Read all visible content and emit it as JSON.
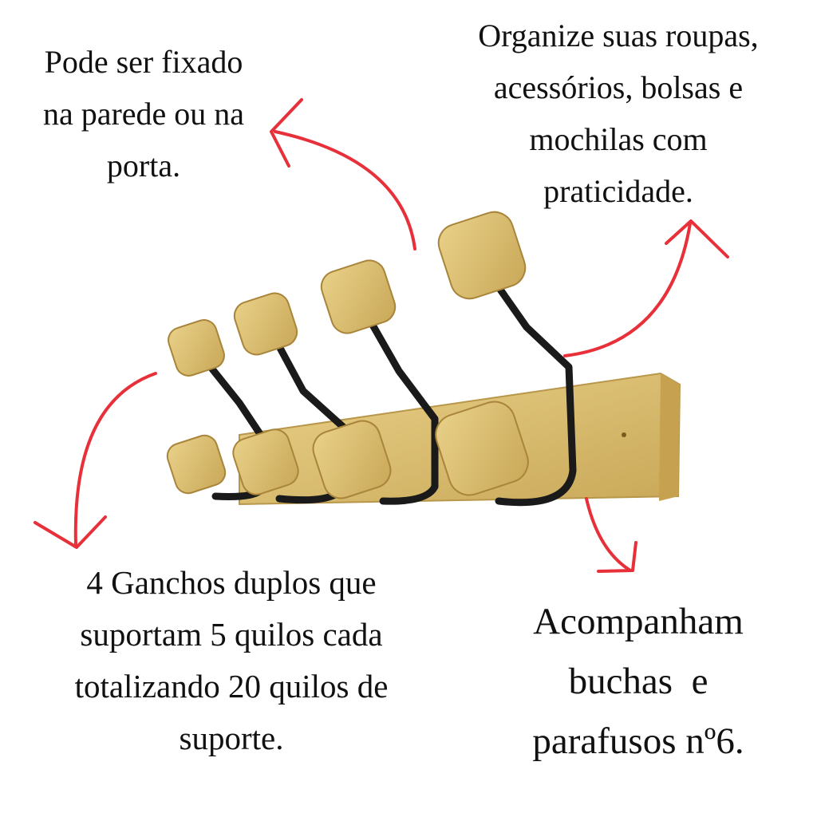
{
  "annotations": {
    "mounting": [
      "Pode ser fixado",
      "na parede ou na",
      "porta."
    ],
    "organize": [
      "Organize suas roupas,",
      "acessórios, bolsas e",
      "mochilas com",
      "praticidade."
    ],
    "capacity": [
      "4 Ganchos duplos que",
      "suportam 5 quilos cada",
      "totalizando 20 quilos de",
      "suporte."
    ],
    "accessories": [
      "Acompanham",
      "buchas  e",
      "parafusos nº6."
    ]
  },
  "colors": {
    "arrow": "#e8303a",
    "wood": "#dcc071",
    "metal": "#1a1a1a"
  }
}
